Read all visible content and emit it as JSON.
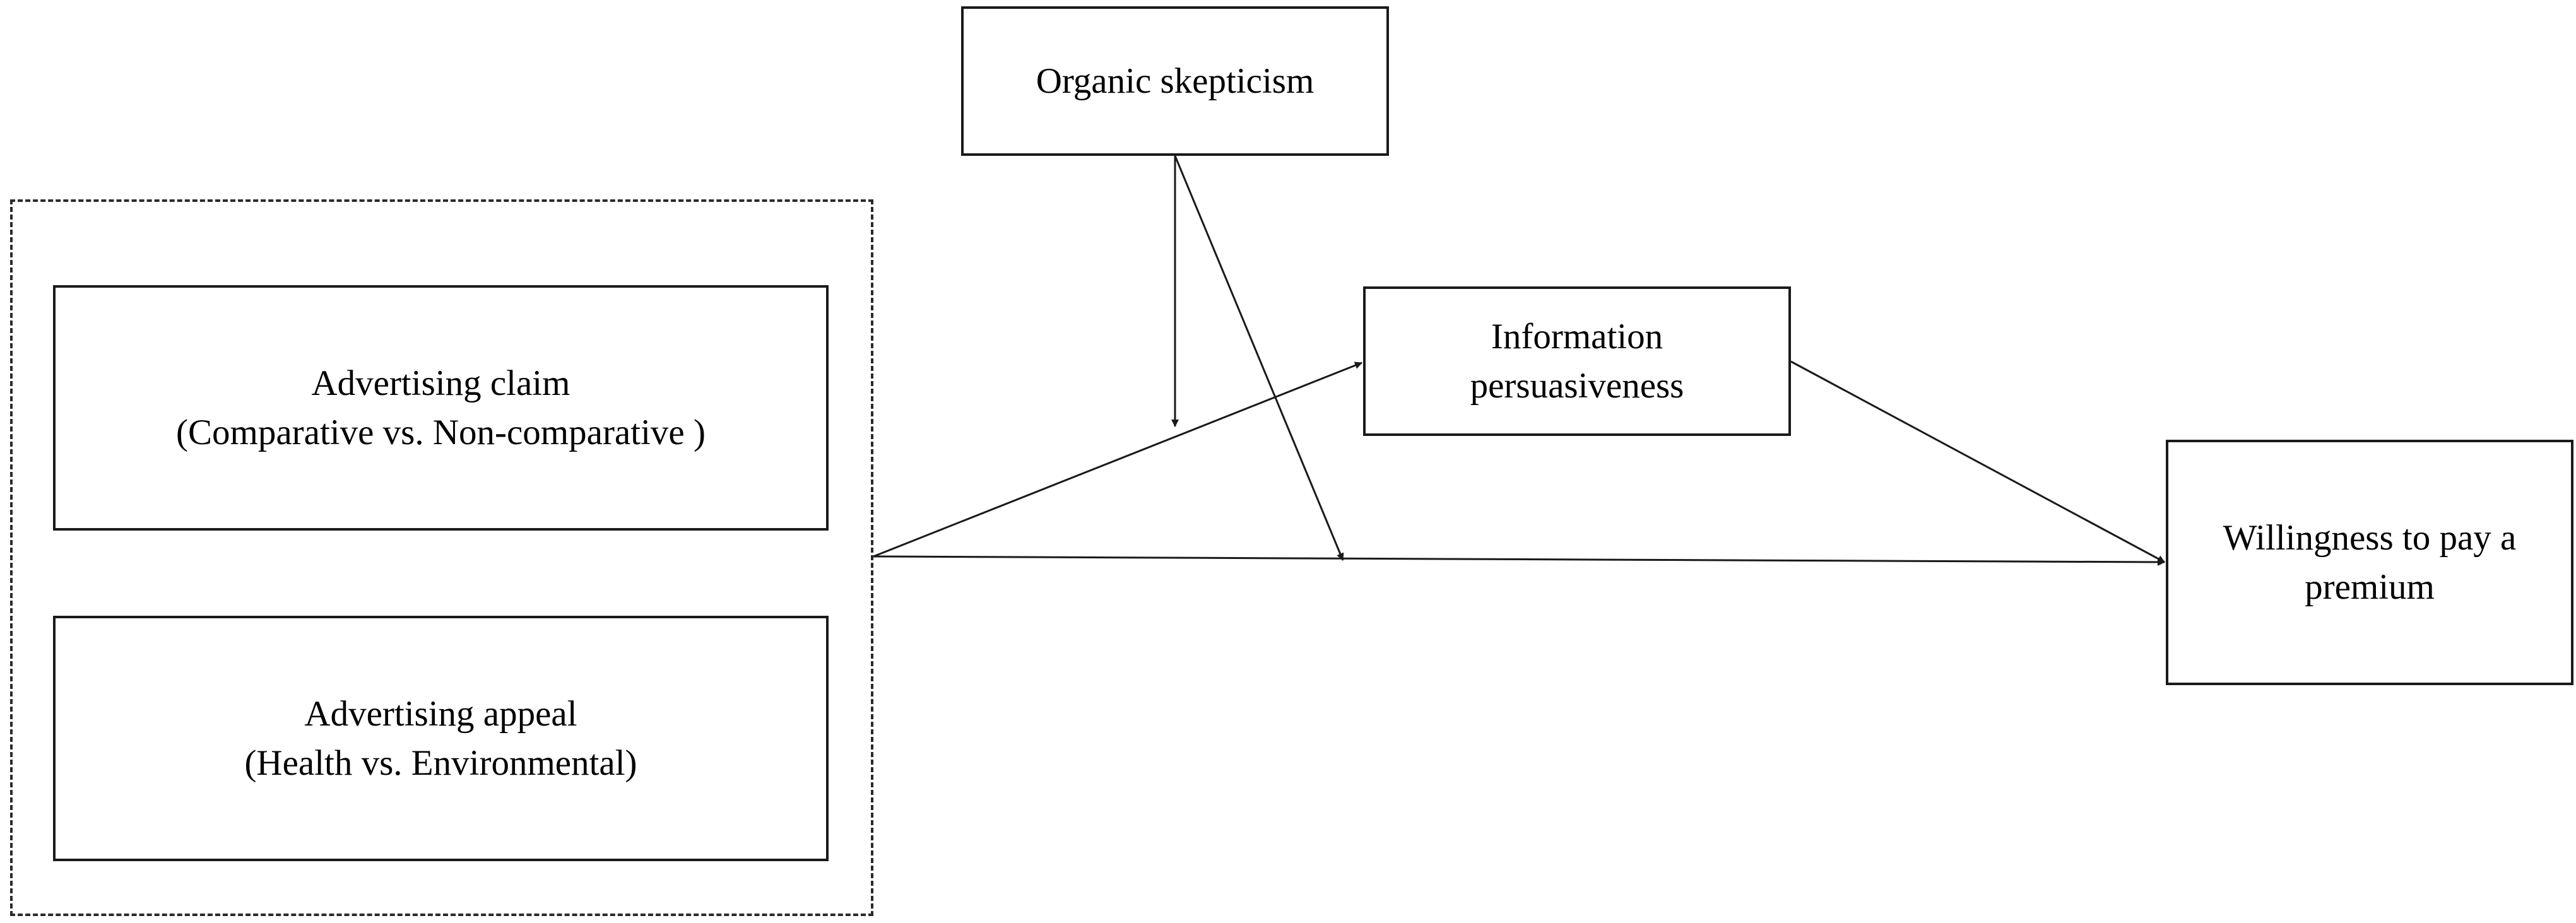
{
  "diagram": {
    "moderator": {
      "label": "Organic skepticism"
    },
    "mediator": {
      "lines": [
        "Information",
        "persuasiveness"
      ]
    },
    "outcome": {
      "lines": [
        "Willingness to pay a",
        "premium"
      ]
    },
    "independent_variables": {
      "claim": {
        "lines": [
          "Advertising claim",
          "(Comparative vs. Non-comparative )"
        ]
      },
      "appeal": {
        "lines": [
          "Advertising appeal",
          "(Health vs. Environmental)"
        ]
      }
    },
    "colors": {
      "line": "#1a1a1a",
      "background": "#ffffff"
    }
  }
}
